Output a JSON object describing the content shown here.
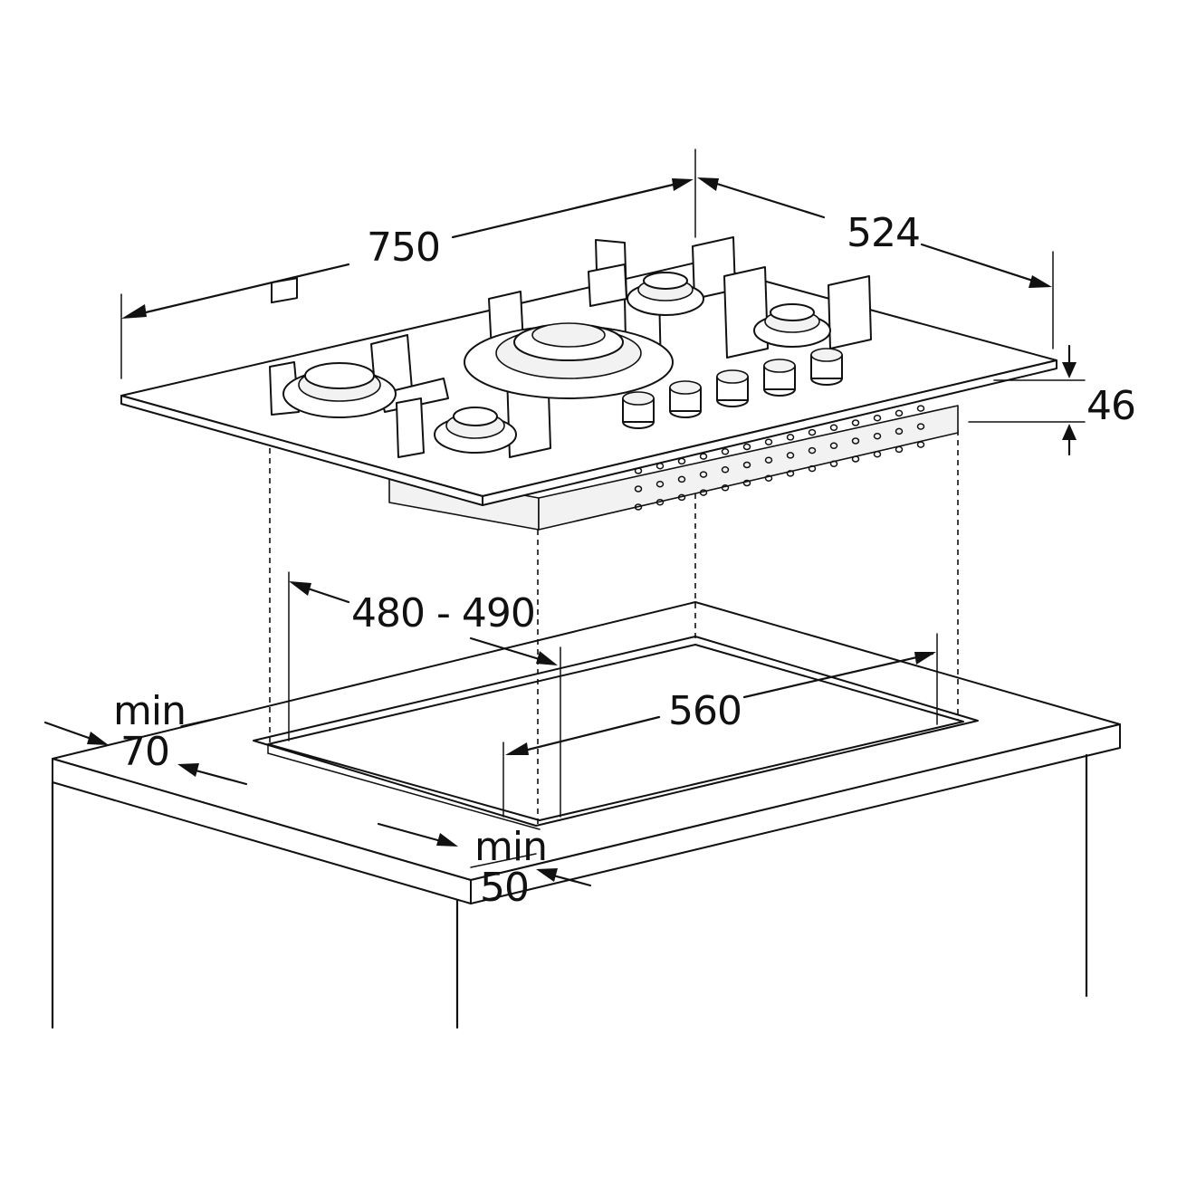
{
  "dimensions": {
    "hob_width": "750",
    "hob_depth": "524",
    "hob_height": "46",
    "cutout_depth": "480 - 490",
    "cutout_width": "560",
    "min_rear_label": "min",
    "min_rear_value": "70",
    "min_front_label": "min",
    "min_front_value": "50"
  },
  "hob": {
    "burner_count": 5,
    "knob_count": 5
  }
}
